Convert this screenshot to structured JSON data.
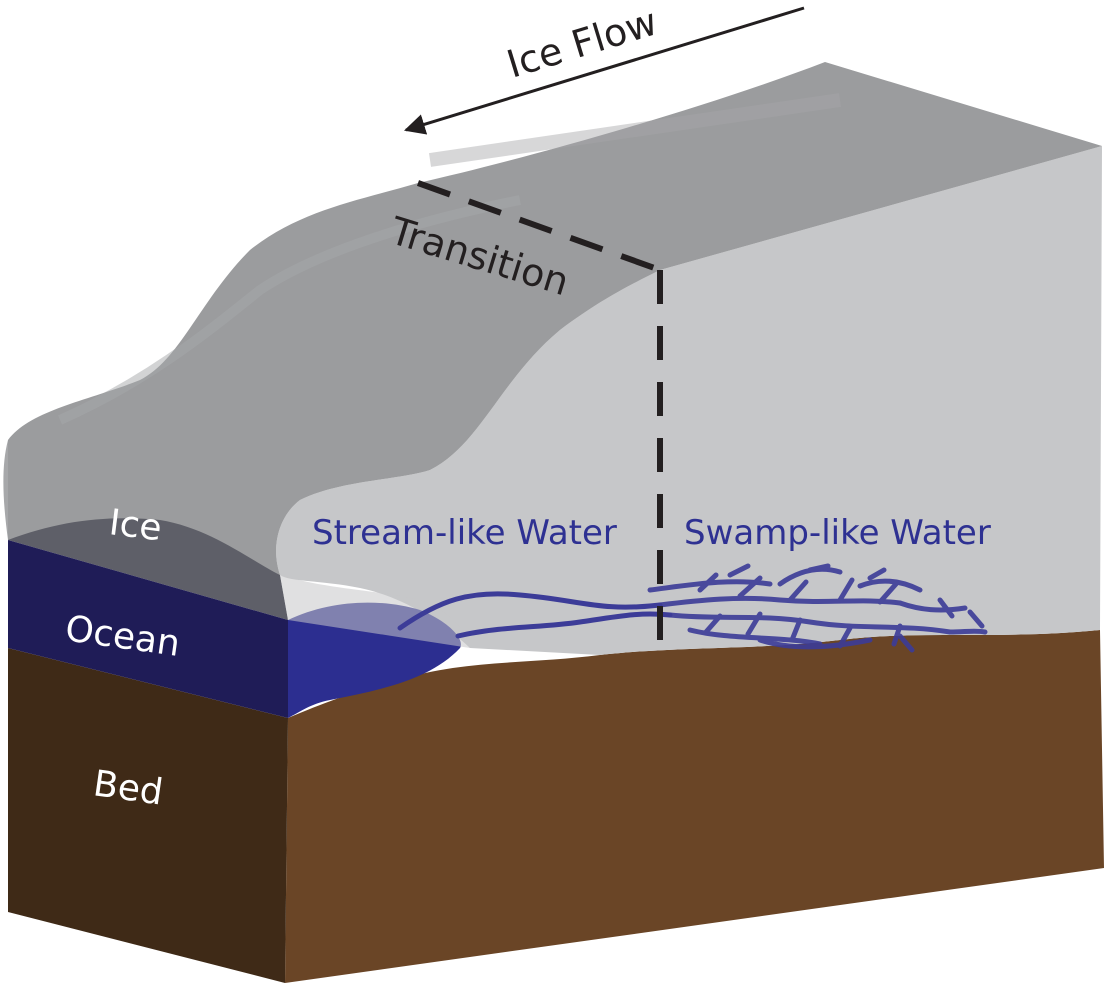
{
  "labels": {
    "ice_flow": "Ice Flow",
    "transition": "Transition",
    "ice": "Ice",
    "ocean": "Ocean",
    "bed": "Bed",
    "stream_water": "Stream-like Water",
    "swamp_water": "Swamp-like Water"
  },
  "colors": {
    "ice_top": "#9b9c9e",
    "ice_side": "#c6c7c9",
    "ice_front": "#a7a8aa",
    "ice_front_lower": "#5e5f68",
    "ocean_front": "#1f1c57",
    "ocean_side": "#2c2e90",
    "bed_front": "#3f2a17",
    "bed_side": "#6a4526",
    "water": "#3c3c98",
    "text_dark": "#231f20",
    "text_light": "#ffffff"
  }
}
